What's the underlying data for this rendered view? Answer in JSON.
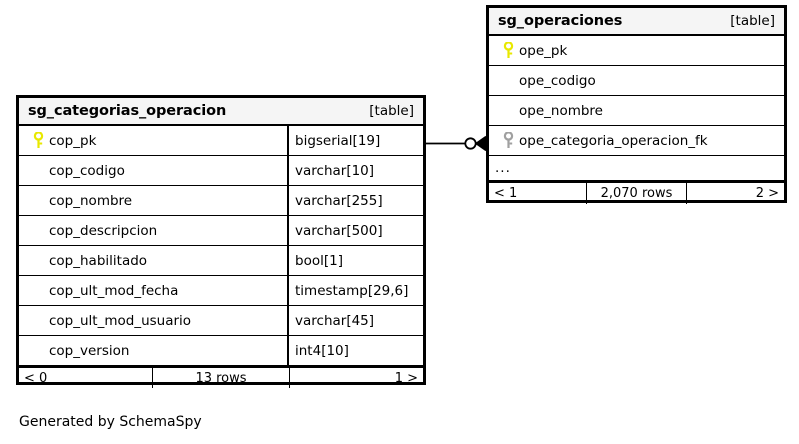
{
  "diagram": {
    "kind_label": "[table]",
    "credit": "Generated by SchemaSpy",
    "ellipsis": "..."
  },
  "tables": [
    {
      "name": "sg_categorias_operacion",
      "kind": "[table]",
      "columns": [
        {
          "key": "primary",
          "name": "cop_pk",
          "type": "bigserial[19]"
        },
        {
          "key": "none",
          "name": "cop_codigo",
          "type": "varchar[10]"
        },
        {
          "key": "none",
          "name": "cop_nombre",
          "type": "varchar[255]"
        },
        {
          "key": "none",
          "name": "cop_descripcion",
          "type": "varchar[500]"
        },
        {
          "key": "none",
          "name": "cop_habilitado",
          "type": "bool[1]"
        },
        {
          "key": "none",
          "name": "cop_ult_mod_fecha",
          "type": "timestamp[29,6]"
        },
        {
          "key": "none",
          "name": "cop_ult_mod_usuario",
          "type": "varchar[45]"
        },
        {
          "key": "none",
          "name": "cop_version",
          "type": "int4[10]"
        }
      ],
      "has_ellipsis": false,
      "footer": {
        "prev": "< 0",
        "rows": "13 rows",
        "next": "1 >"
      }
    },
    {
      "name": "sg_operaciones",
      "kind": "[table]",
      "columns": [
        {
          "key": "primary",
          "name": "ope_pk",
          "type": ""
        },
        {
          "key": "none",
          "name": "ope_codigo",
          "type": ""
        },
        {
          "key": "none",
          "name": "ope_nombre",
          "type": ""
        },
        {
          "key": "foreign",
          "name": "ope_categoria_operacion_fk",
          "type": ""
        }
      ],
      "has_ellipsis": true,
      "footer": {
        "prev": "< 1",
        "rows": "2,070 rows",
        "next": "2 >"
      }
    }
  ],
  "relationship": {
    "from_table": "sg_categorias_operacion",
    "from_column": "cop_pk",
    "to_table": "sg_operaciones",
    "to_column": "ope_categoria_operacion_fk",
    "source_cardinality": "zero-or-one",
    "target_cardinality": "many"
  },
  "colors": {
    "primary_key_icon": "#e8e800",
    "foreign_key_icon": "#a0a0a0",
    "border": "#000000",
    "header_background": "#f5f5f5",
    "page_background": "#ffffff"
  }
}
